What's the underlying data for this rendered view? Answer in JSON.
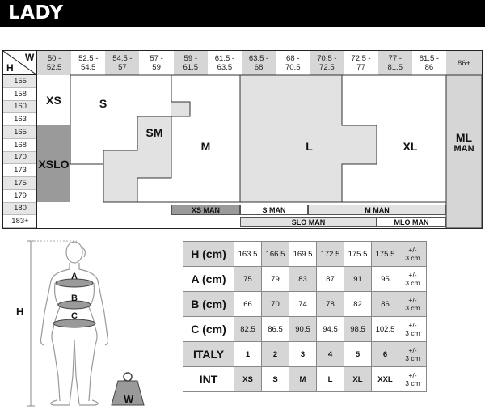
{
  "title": "LADY",
  "grid": {
    "w_label": "W",
    "h_label": "H",
    "w_values": [
      "50 -\n52.5",
      "52.5 -\n54.5",
      "54.5 -\n57",
      "57 -\n59",
      "59 -\n61.5",
      "61.5 -\n63.5",
      "63.5 -\n68",
      "68 -\n70.5",
      "70.5 -\n72.5",
      "72.5 -\n77",
      "77 -\n81.5",
      "81.5 -\n86",
      "86+"
    ],
    "h_values": [
      "155",
      "158",
      "160",
      "163",
      "165",
      "168",
      "170",
      "173",
      "175",
      "179",
      "180",
      "183+"
    ],
    "sizes": {
      "xs": "XS",
      "s": "S",
      "sm": "SM",
      "m": "M",
      "l": "L",
      "xl": "XL",
      "ml": "ML",
      "man": "MAN",
      "xslo": "XSLO"
    },
    "bands": {
      "xs_man": "XS MAN",
      "s_man": "S MAN",
      "m_man": "M MAN",
      "slo_man": "SLO MAN",
      "mlo_man": "MLO MAN"
    }
  },
  "figure": {
    "h": "H",
    "a": "A",
    "b": "B",
    "c": "C",
    "w": "W"
  },
  "table": {
    "rows": [
      {
        "label": "H (cm)",
        "values": [
          "163.5",
          "166.5",
          "169.5",
          "172.5",
          "175.5",
          "175.5"
        ],
        "tol": "+/-\n3 cm"
      },
      {
        "label": "A (cm)",
        "values": [
          "75",
          "79",
          "83",
          "87",
          "91",
          "95"
        ],
        "tol": "+/-\n3 cm"
      },
      {
        "label": "B (cm)",
        "values": [
          "66",
          "70",
          "74",
          "78",
          "82",
          "86"
        ],
        "tol": "+/-\n3 cm"
      },
      {
        "label": "C (cm)",
        "values": [
          "82.5",
          "86.5",
          "90.5",
          "94.5",
          "98.5",
          "102.5"
        ],
        "tol": "+/-\n3 cm"
      },
      {
        "label": "ITALY",
        "values": [
          "1",
          "2",
          "3",
          "4",
          "5",
          "6"
        ],
        "tol": "+/-\n3 cm"
      },
      {
        "label": "INT",
        "values": [
          "XS",
          "S",
          "M",
          "L",
          "XL",
          "XXL"
        ],
        "tol": "+/-\n3 cm"
      }
    ]
  }
}
